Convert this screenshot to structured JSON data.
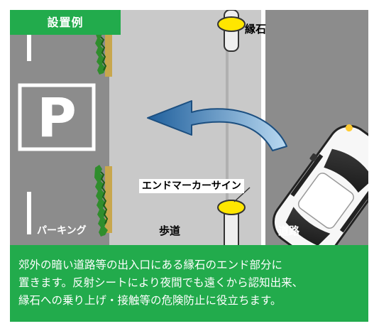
{
  "badge": {
    "text": "設置例"
  },
  "labels": {
    "curb": "縁石",
    "end_marker_sign": "エンドマーカーサイン",
    "parking": "パーキング",
    "sidewalk": "歩道",
    "road": "道路"
  },
  "parking_sign": {
    "letter": "P"
  },
  "caption": {
    "lines": [
      "郊外の暗い道路等の出入口にある縁石のエンド部分に",
      "置きます。反射シートにより夜間でも遠くから認知出来、",
      "縁石への乗り上げ・接触等の危険防止に役立ちます。"
    ]
  },
  "colors": {
    "accent_green": "#22ab4c",
    "asphalt": "#8c8c8c",
    "sidewalk": "#c9c9c9",
    "marker_yellow": "#ffe600",
    "arrow_blue": "#2f7fc0"
  },
  "icons": [
    "parking-icon",
    "curve-arrow-icon",
    "car-icon",
    "end-marker-icon",
    "shrub-icon"
  ]
}
